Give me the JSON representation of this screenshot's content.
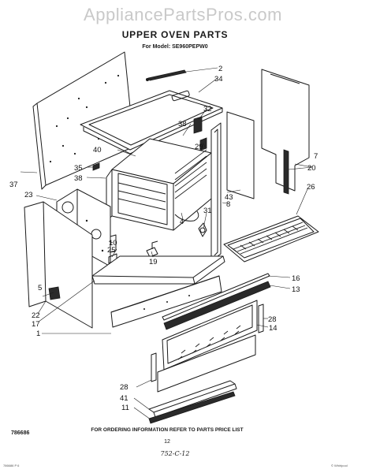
{
  "watermark": "AppliancePartsPros.com",
  "title": "UPPER OVEN PARTS",
  "subtitle": "For Model: SE960PEPW0",
  "footer": {
    "doc_number": "786686",
    "order_note": "FOR ORDERING INFORMATION REFER TO PARTS PRICE LIST",
    "page_number": "12",
    "handwritten_code": "752-C-12",
    "corner_left": "786686 P 6",
    "corner_right": "© Whirlpool"
  },
  "callouts": [
    {
      "id": "2",
      "label": "2"
    },
    {
      "id": "34",
      "label": "34"
    },
    {
      "id": "32",
      "label": "32"
    },
    {
      "id": "38a",
      "label": "38"
    },
    {
      "id": "40",
      "label": "40"
    },
    {
      "id": "29",
      "label": "29"
    },
    {
      "id": "35",
      "label": "35"
    },
    {
      "id": "38b",
      "label": "38"
    },
    {
      "id": "37",
      "label": "37"
    },
    {
      "id": "23",
      "label": "23"
    },
    {
      "id": "7",
      "label": "7"
    },
    {
      "id": "20",
      "label": "20"
    },
    {
      "id": "43",
      "label": "43"
    },
    {
      "id": "26",
      "label": "26"
    },
    {
      "id": "8",
      "label": "8"
    },
    {
      "id": "31",
      "label": "31"
    },
    {
      "id": "4",
      "label": "4"
    },
    {
      "id": "10",
      "label": "10"
    },
    {
      "id": "25",
      "label": "25"
    },
    {
      "id": "19",
      "label": "19"
    },
    {
      "id": "5",
      "label": "5"
    },
    {
      "id": "22",
      "label": "22"
    },
    {
      "id": "17",
      "label": "17"
    },
    {
      "id": "1",
      "label": "1"
    },
    {
      "id": "16",
      "label": "16"
    },
    {
      "id": "13",
      "label": "13"
    },
    {
      "id": "28a",
      "label": "28"
    },
    {
      "id": "14",
      "label": "14"
    },
    {
      "id": "28b",
      "label": "28"
    },
    {
      "id": "41",
      "label": "41"
    },
    {
      "id": "11",
      "label": "11"
    }
  ]
}
